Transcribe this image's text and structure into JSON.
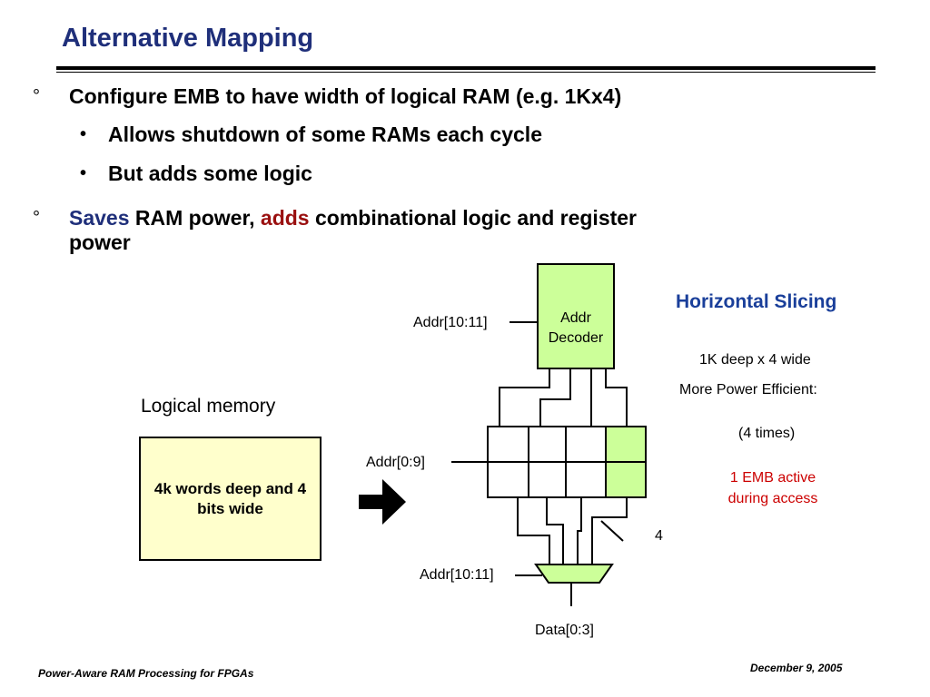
{
  "slide": {
    "title": "Alternative Mapping",
    "bullets": [
      {
        "marker": "°",
        "text": "Configure EMB to have width of logical RAM (e.g. 1Kx4)",
        "sub": [
          {
            "marker": "•",
            "text": "Allows shutdown of  some RAMs each cycle"
          },
          {
            "marker": "•",
            "text": "But adds some logic"
          }
        ]
      },
      {
        "marker": "°",
        "parts": {
          "saves": "Saves",
          "mid": " RAM power, ",
          "adds": "adds",
          "rest_line1": " combinational logic and register",
          "line2": "power"
        }
      }
    ]
  },
  "diagram": {
    "logical_memory_label": "Logical memory",
    "logical_memory_box": "4k words deep and 4 bits wide",
    "decoder_label_line1": "Addr",
    "decoder_label_line2": "Decoder",
    "addr_top": "Addr[10:11]",
    "addr_mid": "Addr[0:9]",
    "addr_bottom": "Addr[10:11]",
    "bus_width": "4",
    "data_out": "Data[0:3]",
    "colors": {
      "decoder": "#ccff99",
      "active_emb": "#ccff99",
      "memory_box": "#ffffcc"
    }
  },
  "side_notes": {
    "heading": "Horizontal Slicing",
    "line1": "1K deep x 4 wide",
    "line2": "More Power Efficient:",
    "line3": "(4 times)",
    "red_line1": "1 EMB active",
    "red_line2": "during access"
  },
  "footer": {
    "left": "Power-Aware RAM Processing for FPGAs",
    "right": "December 9, 2005"
  }
}
